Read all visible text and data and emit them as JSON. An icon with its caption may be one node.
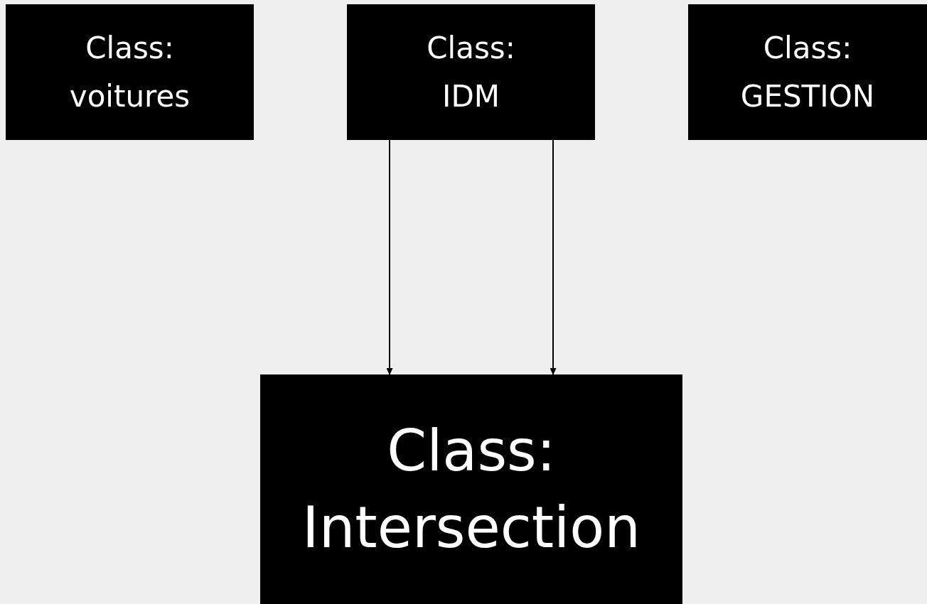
{
  "diagram": {
    "nodes": [
      {
        "text": [
          "Class: voitures"
        ]
      },
      {
        "text": [
          "Class: IDM"
        ]
      },
      {
        "text": [
          "Class: GESTION"
        ]
      },
      {
        "text": [
          "Class: Intersection"
        ]
      }
    ],
    "edges": [
      {
        "from": 1,
        "to": 3,
        "arrow": "to"
      },
      {
        "from": 1,
        "to": 3,
        "arrow": "to"
      }
    ]
  }
}
